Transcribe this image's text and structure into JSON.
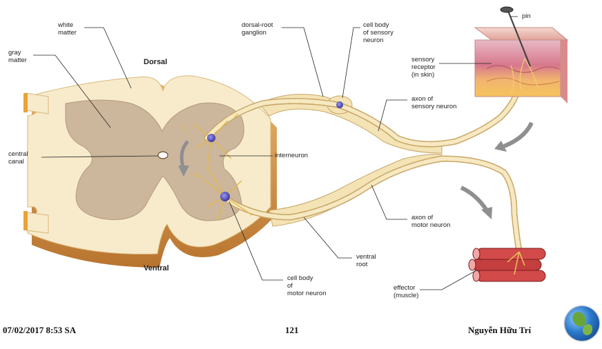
{
  "labels": {
    "white_matter": "white\nmatter",
    "gray_matter": "gray\nmatter",
    "dorsal": "Dorsal",
    "ventral": "Ventral",
    "central_canal": "central\ncanal",
    "dorsal_root_ganglion": "dorsal-root\nganglion",
    "cell_body_sensory": "cell body\nof sensory\nneuron",
    "pin": "pin",
    "sensory_receptor": "sensory\nreceptor\n(in skin)",
    "axon_sensory": "axon of\nsensory neuron",
    "interneuron": "interneuron",
    "axon_motor": "axon of\nmotor neuron",
    "ventral_root": "ventral\nroot",
    "cell_body_motor": "cell body\nof\nmotor neuron",
    "effector": "effector\n(muscle)"
  },
  "footer": {
    "date": "07/02/2017 8:53 SA",
    "page": "121",
    "author": "Nguyễn Hữu Trí"
  },
  "colors": {
    "white_matter": "#f6e8c4",
    "gray_matter": "#c9b49a",
    "nerve": "#f3e3b5",
    "neuron": "#e9c55a",
    "cell_body": "#5a56b8",
    "muscle": "#d24a4a"
  },
  "icons": {
    "logo": "globe-icon"
  }
}
